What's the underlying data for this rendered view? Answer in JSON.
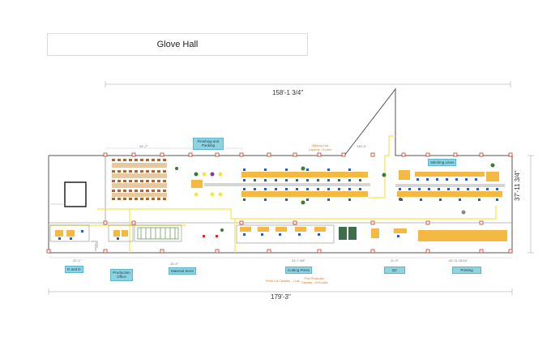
{
  "title": "Glove Hall",
  "dimensions": {
    "top_total": "158'-1 3/4\"",
    "bottom_total": "179'-3\"",
    "right_height": "37'-11 3/4\"",
    "seg_top_left": "26'-2\"",
    "seg_top_mid": "130'-3\"",
    "seg_bot_left": "32'-1\"",
    "seg_bot_store": "15'-5\"",
    "seg_bot_cutting": "31'-7 3/8\"",
    "seg_bot_qc": "11'-9\"",
    "seg_bot_printing": "40'-11 15/16\""
  },
  "labels": {
    "finishing": "Finishing and Packing",
    "stitching": "Stitching Lines",
    "rnd": "R and D",
    "production_office": "Production Office",
    "material_store": "Material Store",
    "cutting": "Cutting Press",
    "qc": "QC",
    "printing": "Printing"
  },
  "notes": {
    "stitching_note": "Stitching Line Capacity - 8 Lines",
    "cutting_note_1": "Press Cut Capacity - 1 Lac",
    "cutting_note_2": "Print Production Capacity - 1000 pairs"
  },
  "colors": {
    "label_bg": "#8ed3e3",
    "table": "#f4b942",
    "corridor": "#f2e64a",
    "column": "#c0392b",
    "chair_blue": "#2e5fa8",
    "wall": "#555555"
  }
}
